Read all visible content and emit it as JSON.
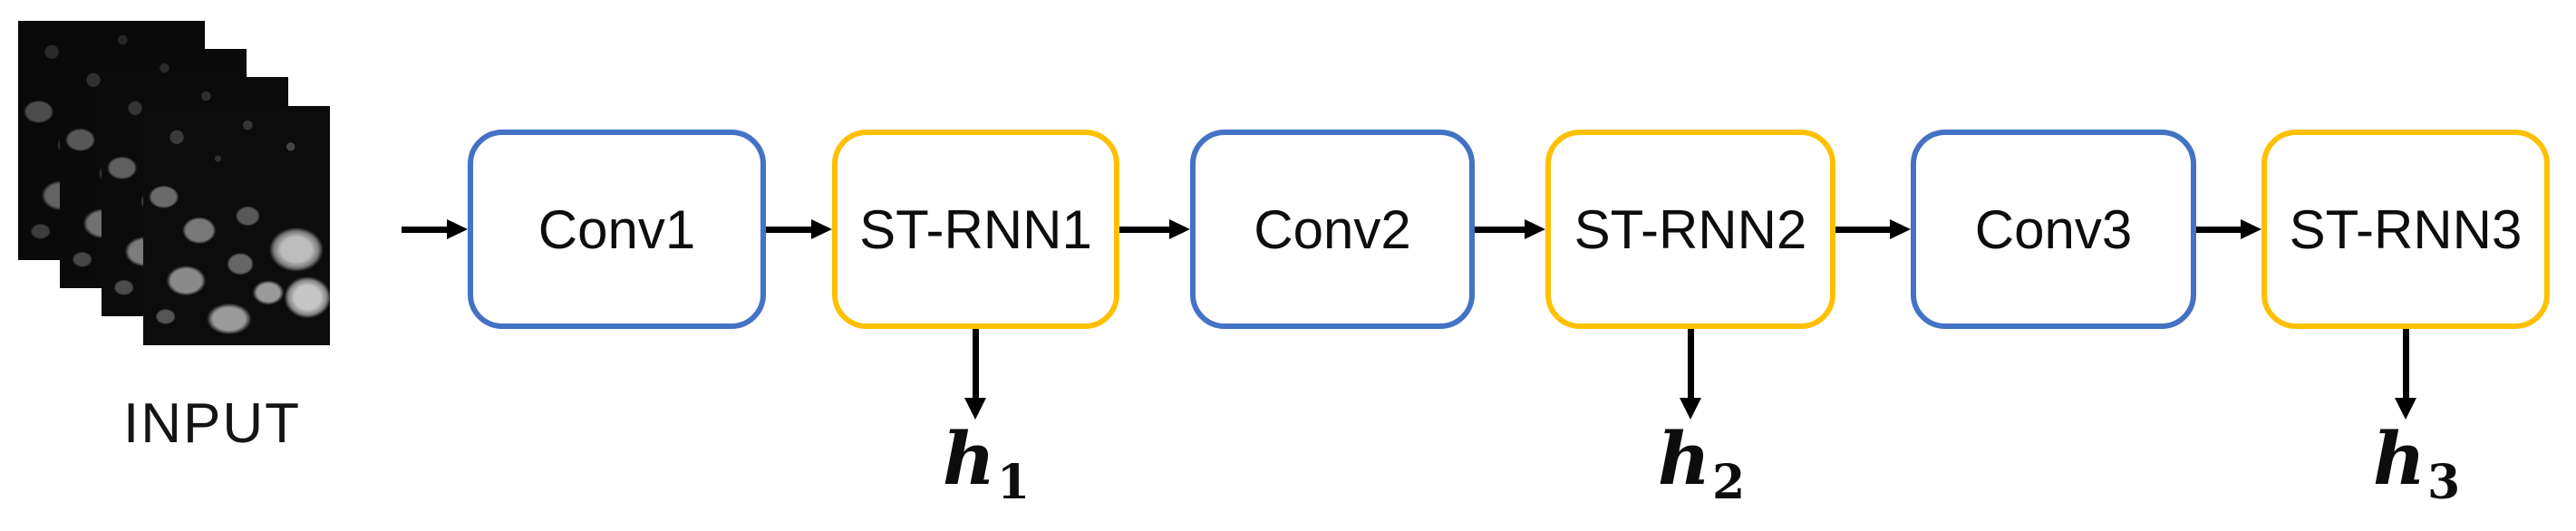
{
  "input_label": "INPUT",
  "nodes": [
    {
      "label": "Conv1",
      "type": "conv"
    },
    {
      "label": "ST-RNN1",
      "type": "strnn"
    },
    {
      "label": "Conv2",
      "type": "conv"
    },
    {
      "label": "ST-RNN2",
      "type": "strnn"
    },
    {
      "label": "Conv3",
      "type": "conv"
    },
    {
      "label": "ST-RNN3",
      "type": "strnn"
    }
  ],
  "outputs": [
    {
      "base": "h",
      "sub": "1"
    },
    {
      "base": "h",
      "sub": "2"
    },
    {
      "base": "h",
      "sub": "3"
    }
  ],
  "colors": {
    "conv_border": "#4472C4",
    "strnn_border": "#FFC000",
    "arrow": "#000000",
    "text": "#0D0D0D",
    "background": "#FFFFFF"
  }
}
